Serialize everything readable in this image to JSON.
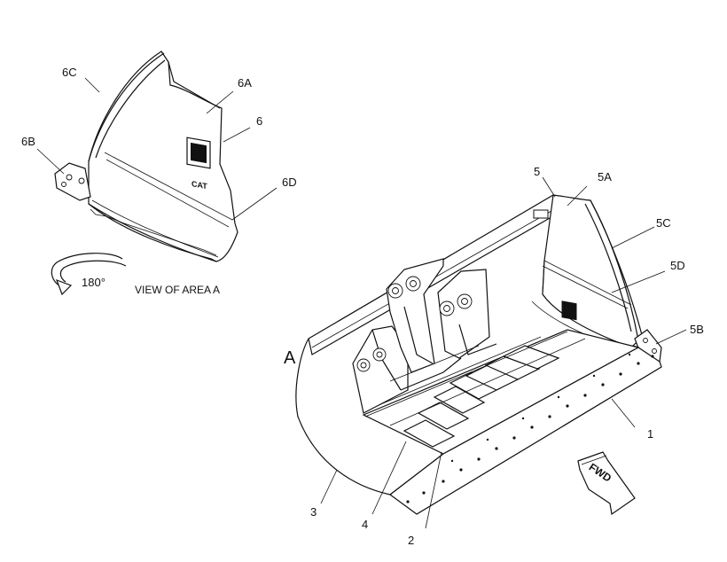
{
  "labels": {
    "p1": "1",
    "p2": "2",
    "p3": "3",
    "p4": "4",
    "p5": "5",
    "p5a": "5A",
    "p5b": "5B",
    "p5c": "5C",
    "p5d": "5D",
    "p6": "6",
    "p6a": "6A",
    "p6b": "6B",
    "p6c": "6C",
    "p6d": "6D",
    "area": "A"
  },
  "rotation_text": "180°",
  "view_caption": "VIEW OF AREA A",
  "fwd_text": "FWD"
}
